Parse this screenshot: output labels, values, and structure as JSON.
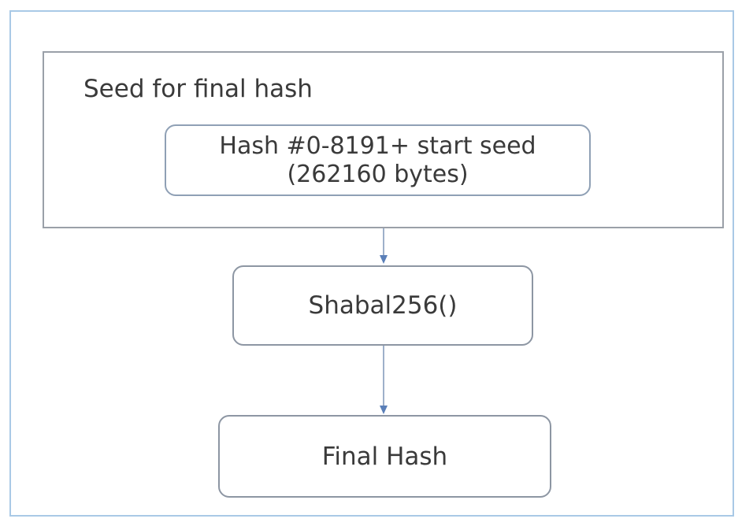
{
  "group": {
    "title": "Seed for final hash"
  },
  "nodes": {
    "seed_line1": "Hash #0-8191+ start seed",
    "seed_line2": "(262160 bytes)",
    "shabal": "Shabal256()",
    "final": "Final Hash"
  },
  "colors": {
    "frame_border": "#a9c9e6",
    "group_border": "#9aa0a8",
    "node_border": "#8d96a3",
    "arrow": "#5a7fb8"
  }
}
